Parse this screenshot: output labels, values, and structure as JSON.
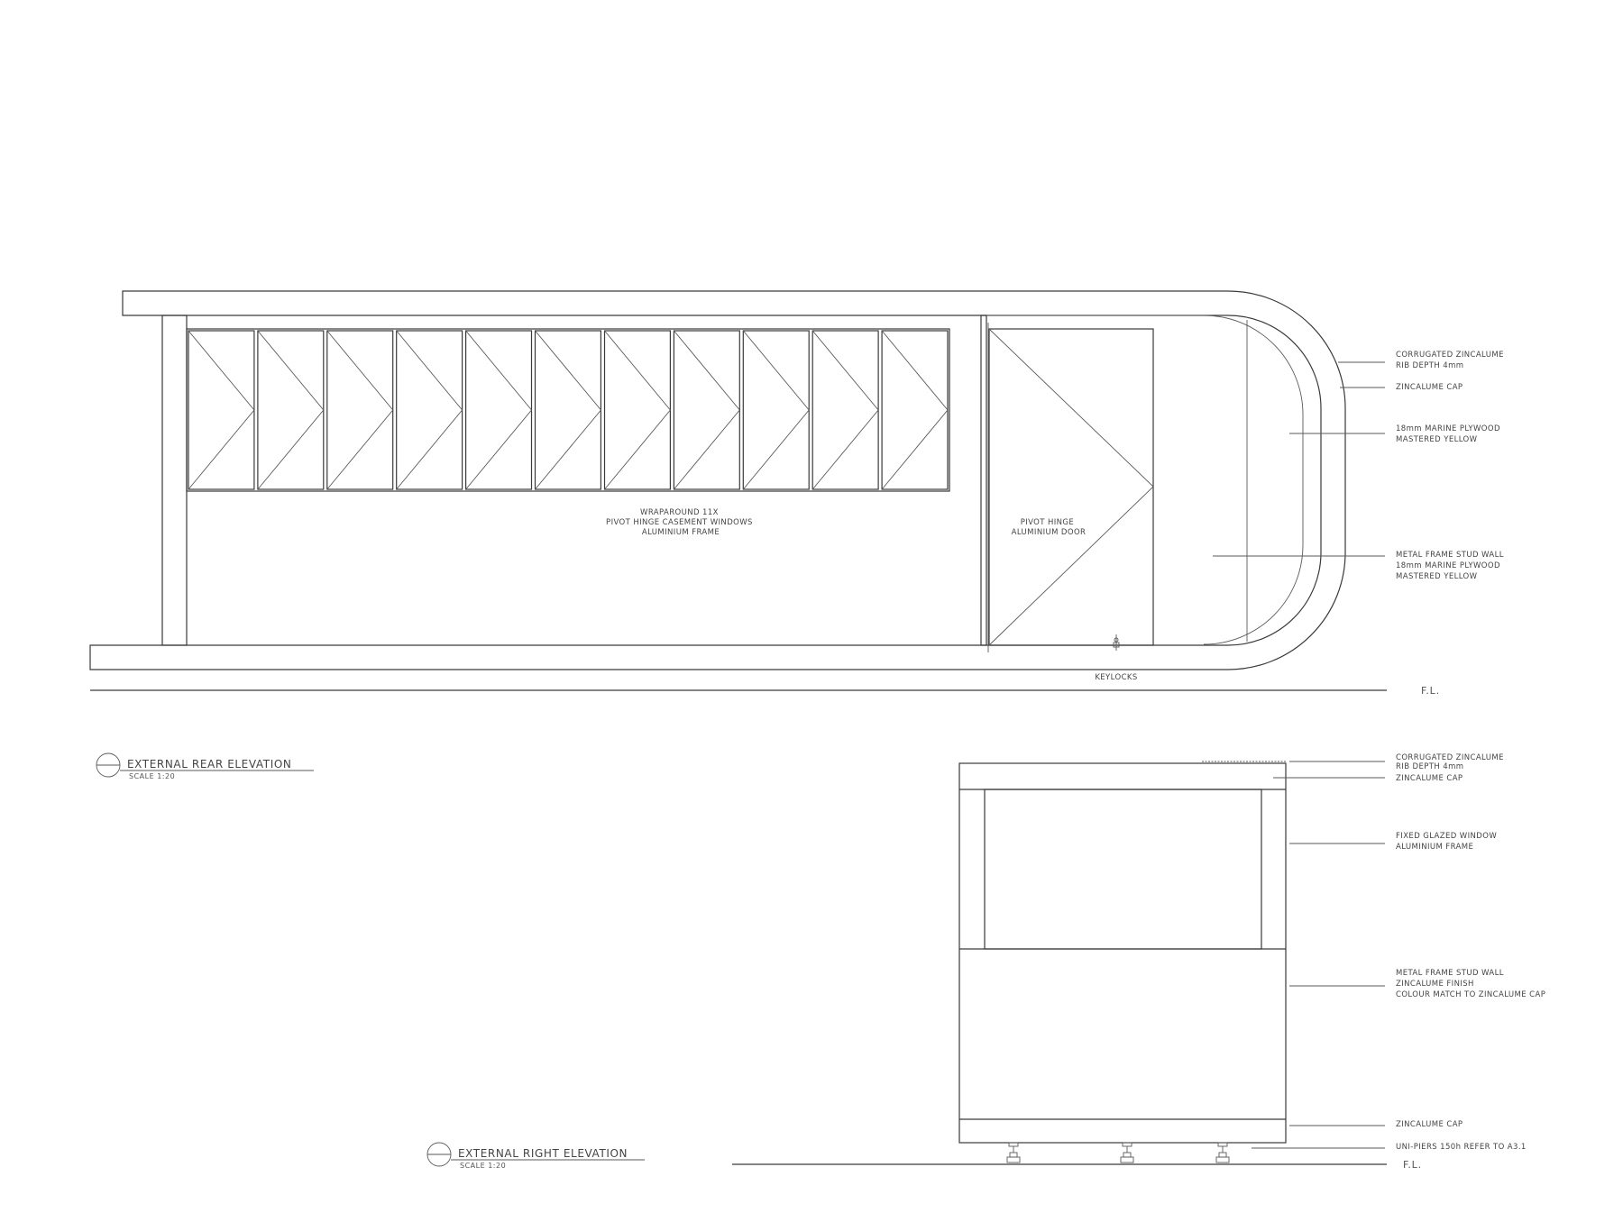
{
  "rear_elevation": {
    "title": "EXTERNAL REAR ELEVATION",
    "scale": "SCALE 1:20",
    "floor_level": "F.L.",
    "window_note": [
      "WRAPAROUND 11X",
      "PIVOT HINGE CASEMENT WINDOWS",
      "ALUMINIUM FRAME"
    ],
    "door_note": [
      "PIVOT HINGE",
      "ALUMINIUM DOOR"
    ],
    "keylocks": "KEYLOCKS",
    "callouts": [
      [
        "CORRUGATED ZINCALUME",
        "RIB DEPTH 4mm"
      ],
      [
        "ZINCALUME CAP"
      ],
      [
        "18mm MARINE PLYWOOD",
        "MASTERED YELLOW"
      ],
      [
        "METAL FRAME STUD WALL",
        "18mm MARINE PLYWOOD",
        "MASTERED YELLOW"
      ]
    ]
  },
  "right_elevation": {
    "title": "EXTERNAL RIGHT ELEVATION",
    "scale": "SCALE 1:20",
    "floor_level": "F.L.",
    "callouts": [
      [
        "CORRUGATED ZINCALUME",
        "RIB DEPTH 4mm"
      ],
      [
        "ZINCALUME CAP"
      ],
      [
        "FIXED GLAZED WINDOW",
        "ALUMINIUM FRAME"
      ],
      [
        "METAL FRAME STUD WALL",
        "ZINCALUME FINISH",
        "COLOUR MATCH TO ZINCALUME CAP"
      ],
      [
        "ZINCALUME CAP"
      ],
      [
        "UNI-PIERS 150h REFER TO A3.1"
      ]
    ]
  }
}
